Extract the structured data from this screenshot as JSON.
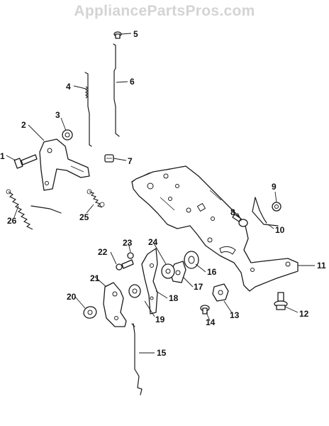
{
  "watermark": "AppliancePartsPros.com",
  "callouts": [
    "1",
    "2",
    "3",
    "4",
    "5",
    "6",
    "7",
    "8",
    "9",
    "10",
    "11",
    "12",
    "13",
    "14",
    "15",
    "16",
    "17",
    "18",
    "19",
    "20",
    "21",
    "22",
    "23",
    "24",
    "25",
    "26"
  ]
}
